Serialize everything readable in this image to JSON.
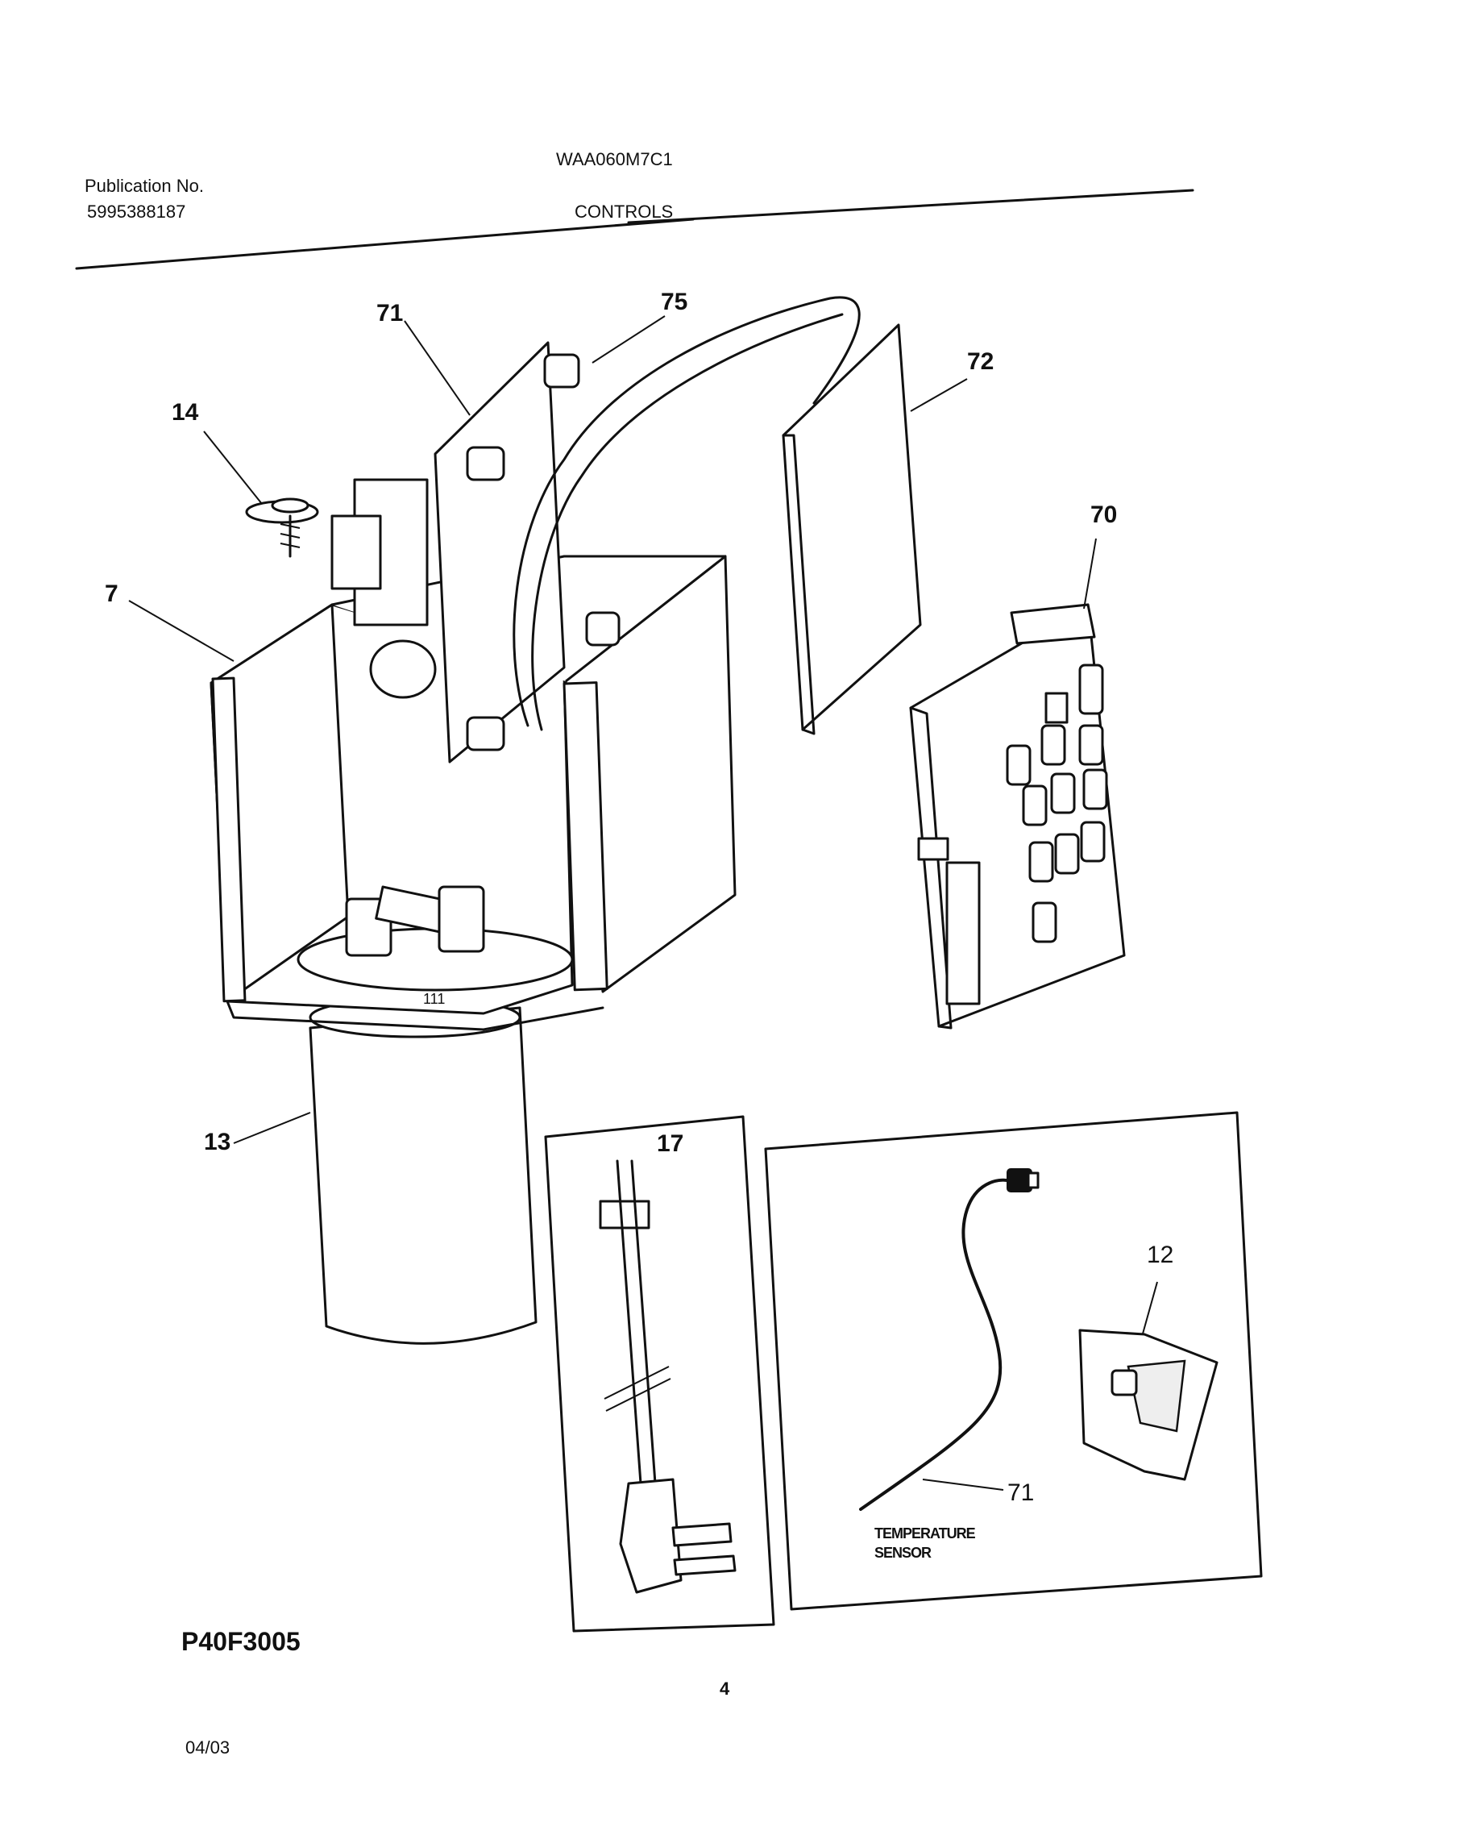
{
  "header": {
    "model": "WAA060M7C1",
    "publication_label": "Publication No.",
    "publication_number": "5995388187",
    "section_title": "CONTROLS"
  },
  "callouts": {
    "part_7": "7",
    "part_12": "12",
    "part_13": "13",
    "part_14": "14",
    "part_17": "17",
    "part_70": "70",
    "part_71_top": "71",
    "part_71_sensor": "71",
    "part_72": "72",
    "part_75": "75"
  },
  "sensor_label": "TEMPERATURE SENSOR",
  "footer": {
    "drawing_code": "P40F3005",
    "page_number": "4",
    "date": "04/03"
  }
}
